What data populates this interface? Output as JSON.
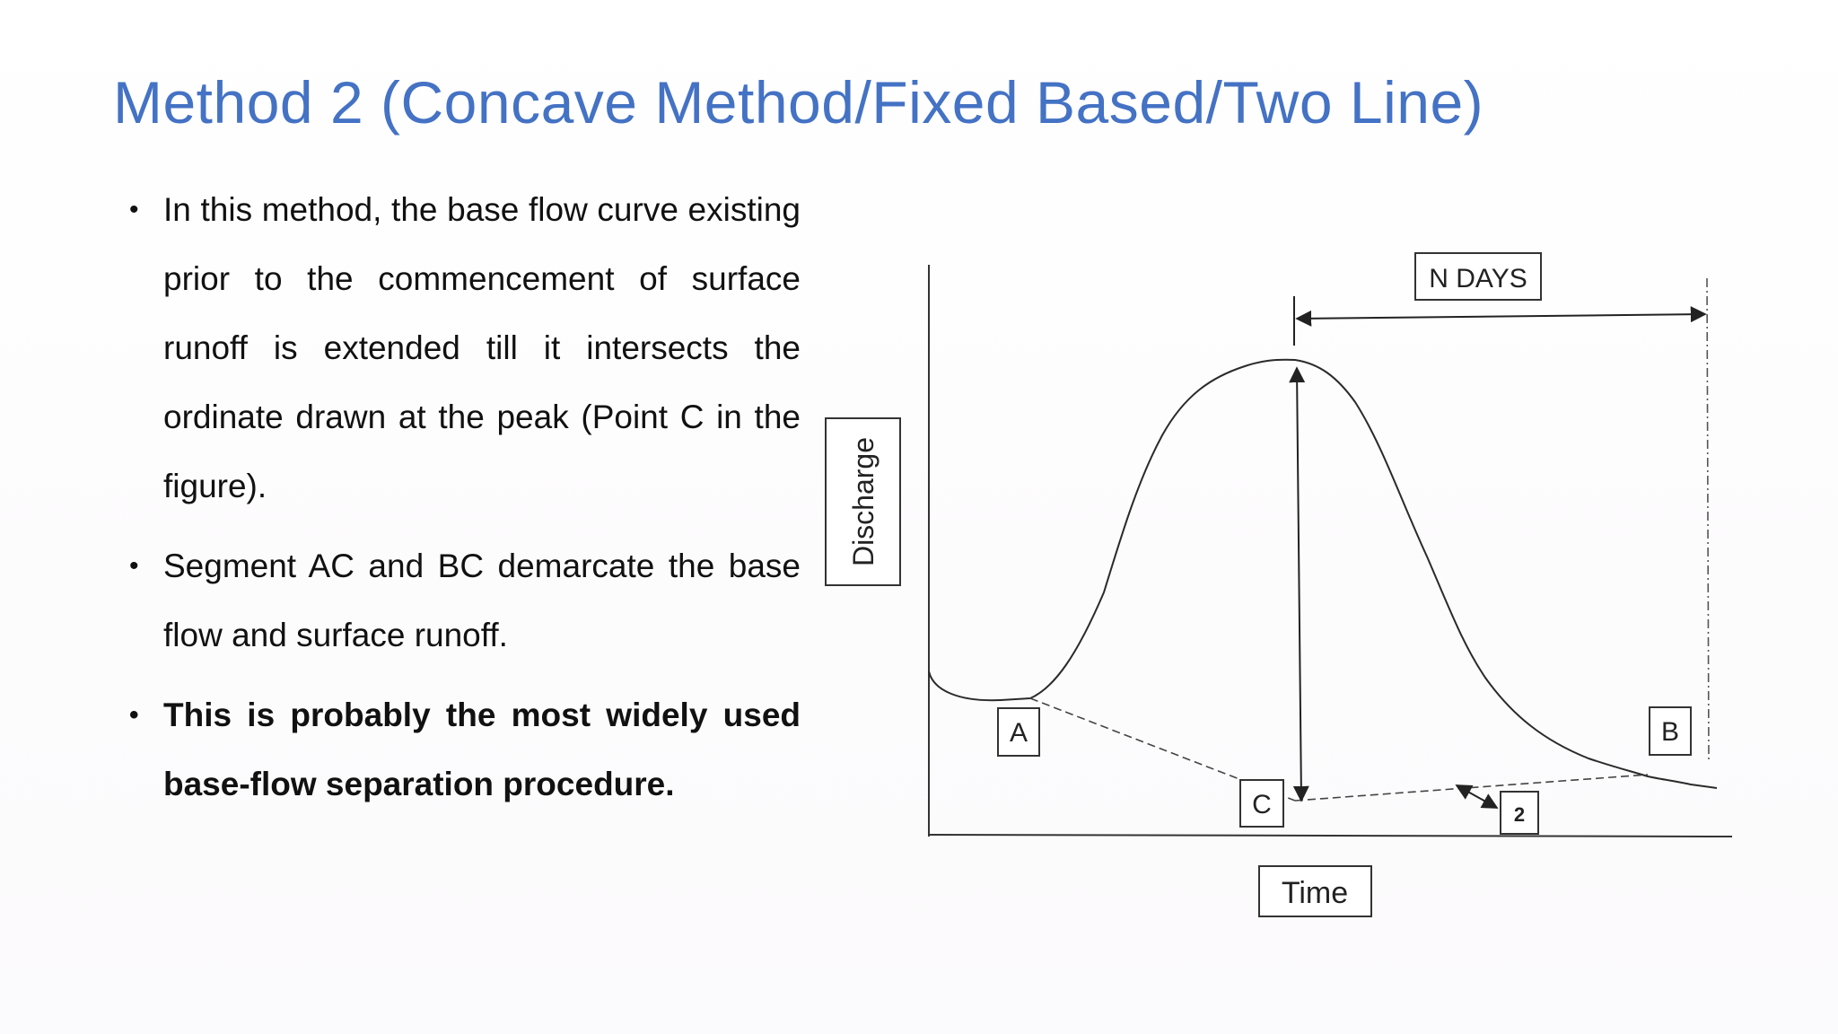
{
  "slide": {
    "title": "Method 2 (Concave Method/Fixed Based/Two Line)",
    "bullets": [
      {
        "text": "In this method, the base flow curve existing prior to the commencement of surface runoff is extended till it intersects the ordinate drawn at the peak (Point C in the figure).",
        "bold": false
      },
      {
        "text": "Segment AC and BC demarcate the base flow and surface runoff.",
        "bold": false
      },
      {
        "text": "This is probably the most widely used base-flow separation procedure.",
        "bold": true
      }
    ]
  },
  "diagram": {
    "ylabel": "Discharge",
    "xlabel": "Time",
    "span_label": "N DAYS",
    "points": {
      "a": "A",
      "b": "B",
      "c": "C",
      "marker": "2"
    }
  },
  "colors": {
    "title": "#4472c4",
    "text": "#111111",
    "diagram_line": "#333333"
  }
}
